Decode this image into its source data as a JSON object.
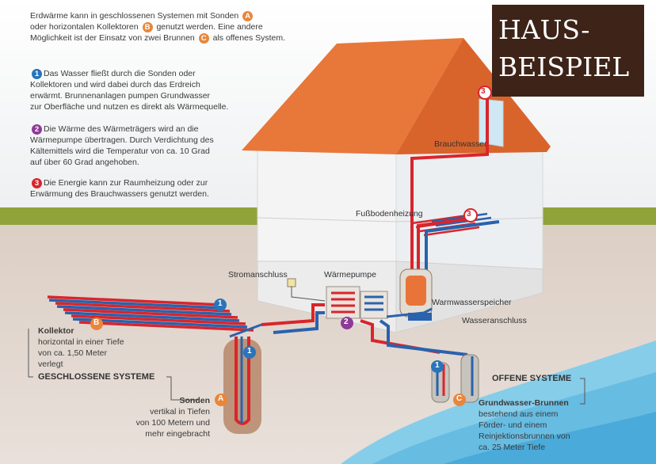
{
  "intro": {
    "line1_pre": "Erdwärme kann in geschlossenen Systemen mit Sonden",
    "line2_pre": "oder horizontalen Kollektoren",
    "line2_post": "genutzt werden. Eine andere",
    "line3_pre": "Möglichkeit ist der Einsatz von zwei Brunnen",
    "line3_post": "als offenes System."
  },
  "badges": {
    "one": "1",
    "two": "2",
    "three": "3",
    "a": "A",
    "b": "B",
    "c": "C"
  },
  "steps": [
    {
      "badge": "1",
      "lines": [
        "Das Wasser fließt durch die Sonden oder",
        "Kollektoren und wird dabei durch das Erdreich",
        "erwärmt. Brunnenanlagen pumpen Grundwasser",
        "zur Oberfläche und nutzen es direkt als Wärmequelle."
      ]
    },
    {
      "badge": "2",
      "lines": [
        "Die Wärme des Wärmeträgers wird an die",
        "Wärmepumpe übertragen. Durch Verdichtung des",
        "Kältemittels wird die Temperatur von ca. 10 Grad",
        "auf über 60 Grad angehoben."
      ]
    },
    {
      "badge": "3",
      "lines": [
        "Die Energie kann zur Raumheizung oder zur",
        "Erwärmung des Brauchwassers genutzt werden."
      ]
    }
  ],
  "labels": {
    "brauchwasser": "Brauchwasser",
    "fussbodenheizung": "Fußbodenheizung",
    "stromanschluss": "Stromanschluss",
    "waermepumpe": "Wärmepumpe",
    "warmwasserspeicher": "Warmwasserspeicher",
    "wasseranschluss": "Wasseranschluss"
  },
  "kollektor": {
    "title": "Kollektor",
    "lines": [
      "horizontal in einer Tiefe",
      "von ca. 1,50 Meter",
      "verlegt"
    ]
  },
  "geschlossen": "GESCHLOSSENE SYSTEME",
  "sonden": {
    "title": "Sonden",
    "lines": [
      "vertikal in Tiefen",
      "von 100 Metern und",
      "mehr eingebracht"
    ]
  },
  "offen": "OFFENE SYSTEME",
  "brunnen": {
    "title": "Grundwasser-Brunnen",
    "lines": [
      "bestehend aus einem",
      "Förder- und einem",
      "Reinjektionsbrunnen von",
      "ca. 25 Meter Tiefe"
    ]
  },
  "overlay": {
    "line1": "HAUS-",
    "line2": "BEISPIEL"
  },
  "colors": {
    "roof": "#e8773a",
    "ground": "#d9cbc0",
    "grass": "#8fa33a",
    "water": "#6fc2e6",
    "hot": "#d9252b",
    "cold": "#2a62ad",
    "overlay_bg": "#3d2318"
  }
}
